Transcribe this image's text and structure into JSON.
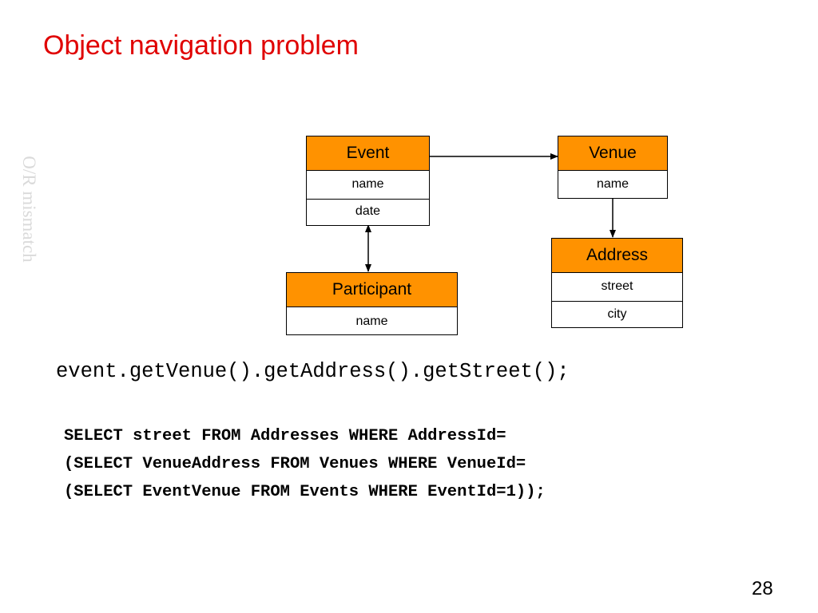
{
  "slide": {
    "title": "Object navigation problem",
    "side_label": "O/R mismatch",
    "page_number": "28"
  },
  "diagram": {
    "classes": {
      "event": {
        "name": "Event",
        "attributes": [
          "name",
          "date"
        ]
      },
      "venue": {
        "name": "Venue",
        "attributes": [
          "name"
        ]
      },
      "address": {
        "name": "Address",
        "attributes": [
          "street",
          "city"
        ]
      },
      "participant": {
        "name": "Participant",
        "attributes": [
          "name"
        ]
      }
    },
    "associations": [
      {
        "from": "Event",
        "to": "Venue",
        "direction": "one-way"
      },
      {
        "from": "Venue",
        "to": "Address",
        "direction": "one-way"
      },
      {
        "from": "Event",
        "to": "Participant",
        "direction": "two-way"
      }
    ],
    "colors": {
      "class_header": "#ff9200",
      "title": "#e00000",
      "side_label": "#dadada"
    }
  },
  "code": {
    "java_line": "event.getVenue().getAddress().getStreet();",
    "sql_lines": [
      "SELECT street FROM Addresses WHERE AddressId=",
      "(SELECT VenueAddress FROM Venues WHERE VenueId=",
      "(SELECT EventVenue FROM Events WHERE EventId=1));"
    ]
  }
}
